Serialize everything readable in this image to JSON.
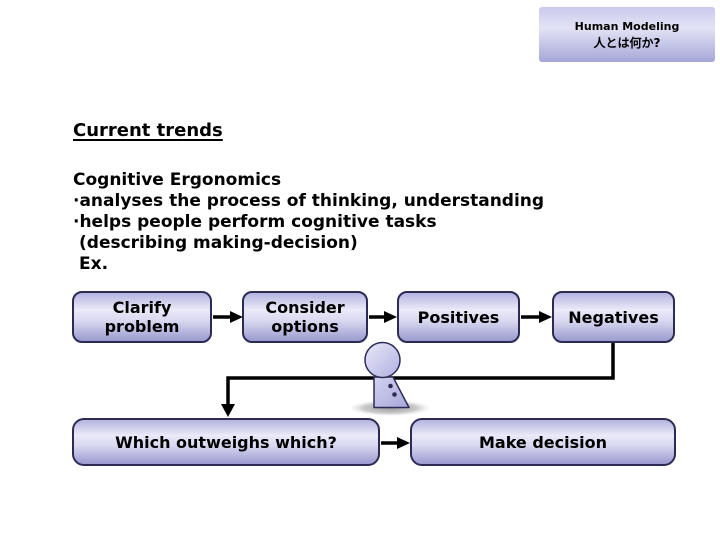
{
  "slide": {
    "header_box": {
      "line1": "Human Modeling",
      "line2": "人とは何か?"
    },
    "title": "Current trends",
    "body": {
      "heading": "Cognitive Ergonomics",
      "lines": [
        "·analyses the process of thinking, understanding",
        "·helps people perform cognitive tasks",
        "(describing making-decision)",
        "Ex."
      ]
    },
    "flowchart": {
      "boxes": [
        {
          "id": "clarify-problem",
          "label": "Clarify problem"
        },
        {
          "id": "consider-options",
          "label": "Consider options"
        },
        {
          "id": "positives",
          "label": "Positives"
        },
        {
          "id": "negatives",
          "label": "Negatives"
        },
        {
          "id": "which-outweighs",
          "label": "Which outweighs which?"
        },
        {
          "id": "make-decision",
          "label": "Make decision"
        }
      ],
      "figure": "person-figure-icon"
    },
    "colors": {
      "background": "#ffffff",
      "box_fill_light": "#eaeaf8",
      "box_fill_dark": "#9a9ad0",
      "box_border": "#2b2b55",
      "arrow": "#000000",
      "text": "#000000"
    }
  }
}
